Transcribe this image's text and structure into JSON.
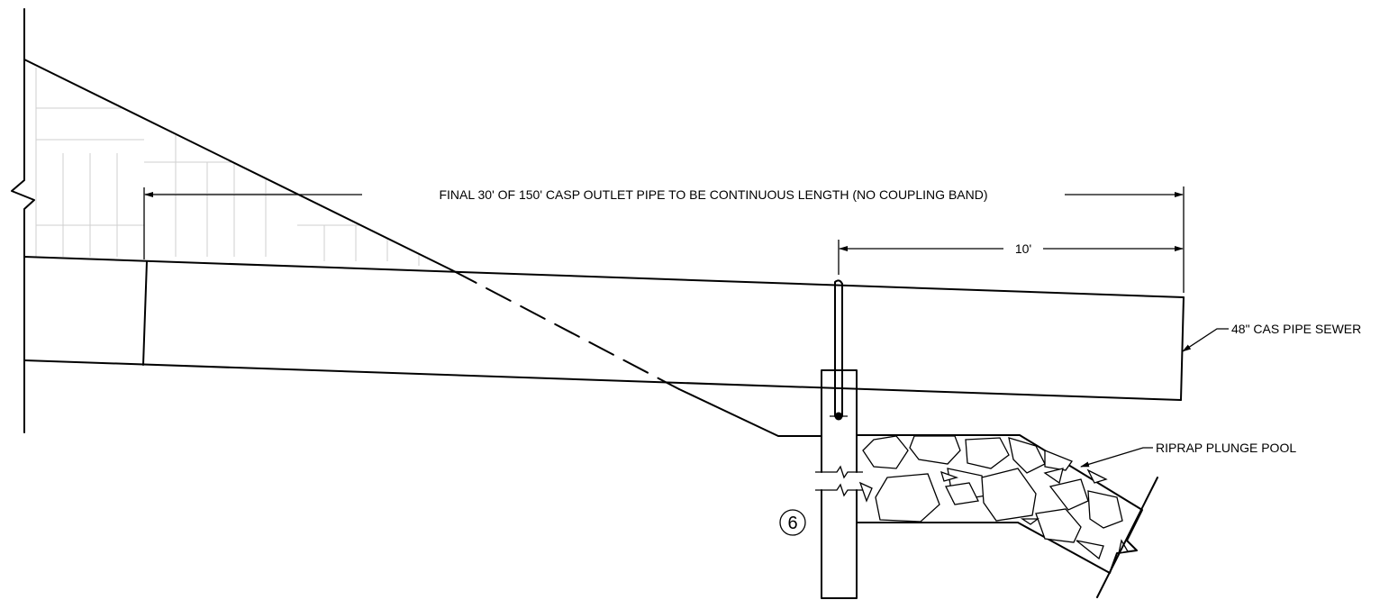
{
  "annotations": {
    "continuous_length": "FINAL 30' OF 150' CASP OUTLET PIPE TO BE CONTINUOUS LENGTH (NO COUPLING BAND)",
    "dimension_10ft": "10'",
    "pipe_label": "48\" CAS PIPE SEWER",
    "riprap_label": "RIPRAP PLUNGE POOL",
    "detail_number": "6"
  },
  "colors": {
    "line": "#000000",
    "hatch": "#cfcfcf",
    "background": "#ffffff"
  }
}
